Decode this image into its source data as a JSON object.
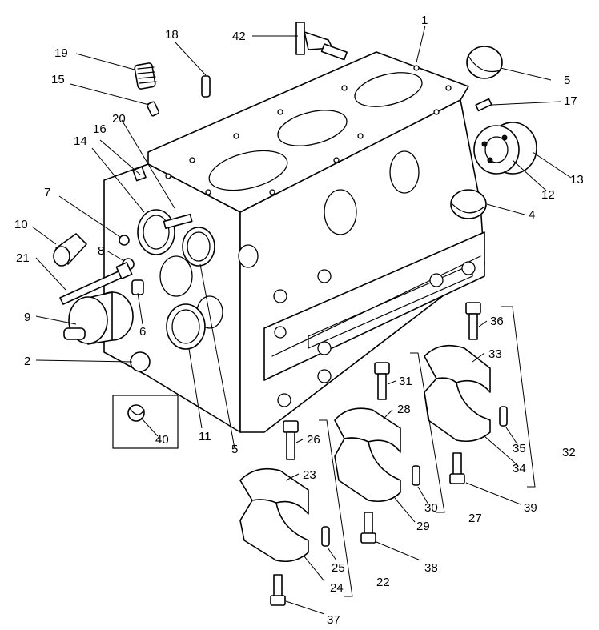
{
  "labels": {
    "l1": "1",
    "l2": "2",
    "l4": "4",
    "l5a": "5",
    "l5b": "5",
    "l6": "6",
    "l7": "7",
    "l8": "8",
    "l9": "9",
    "l10": "10",
    "l11": "11",
    "l12": "12",
    "l13": "13",
    "l14": "14",
    "l15": "15",
    "l16": "16",
    "l17": "17",
    "l18": "18",
    "l19": "19",
    "l20": "20",
    "l21": "21",
    "l22": "22",
    "l23": "23",
    "l24": "24",
    "l25": "25",
    "l26": "26",
    "l27": "27",
    "l28": "28",
    "l29": "29",
    "l30": "30",
    "l31": "31",
    "l32": "32",
    "l33": "33",
    "l34": "34",
    "l35": "35",
    "l36": "36",
    "l37": "37",
    "l38": "38",
    "l39": "39",
    "l40": "40",
    "l42": "42"
  }
}
